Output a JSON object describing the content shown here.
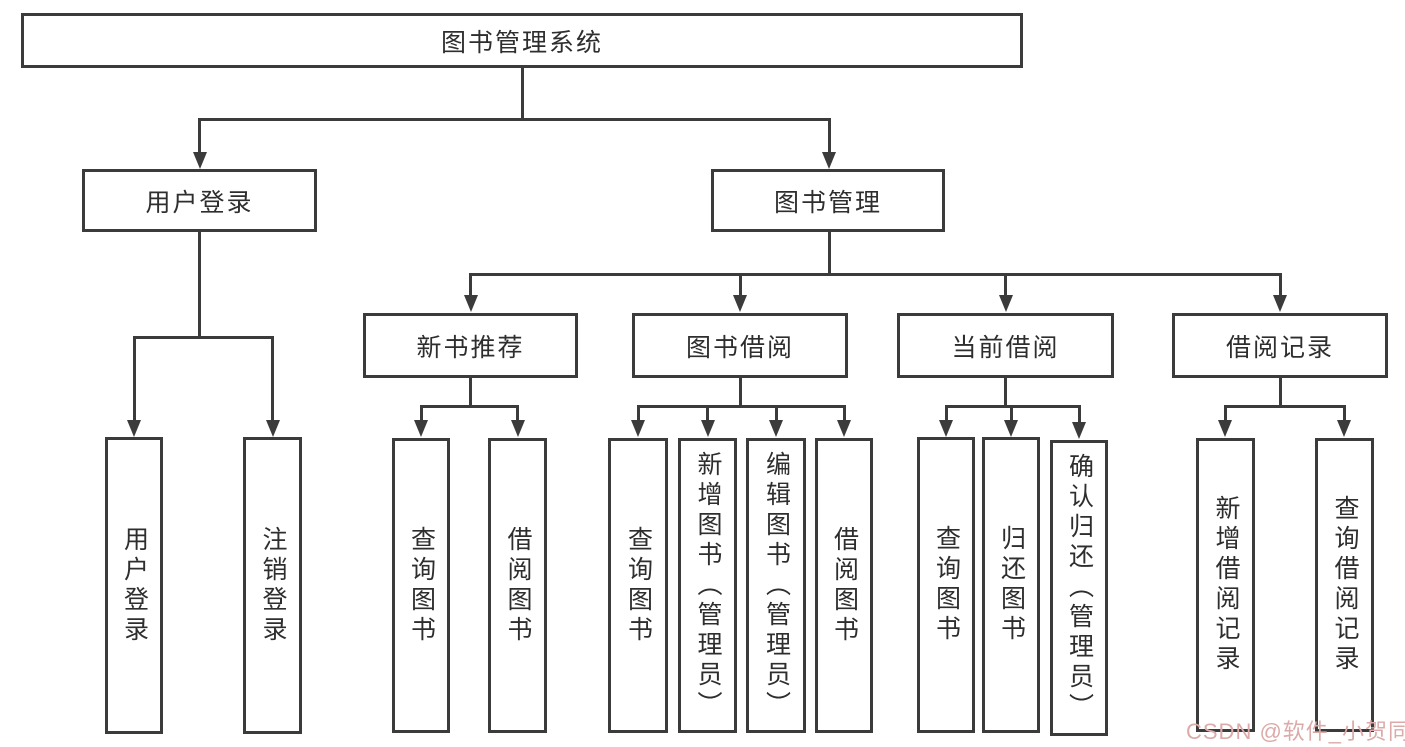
{
  "diagram": {
    "root": {
      "label": "图书管理系统"
    },
    "userLogin": {
      "label": "用户登录",
      "leaves": [
        "用户登录",
        "注销登录"
      ]
    },
    "bookMgmt": {
      "label": "图书管理",
      "groups": [
        {
          "label": "新书推荐",
          "leaves": [
            "查询图书",
            "借阅图书"
          ]
        },
        {
          "label": "图书借阅",
          "leaves": [
            "查询图书",
            "新增图书（管理员）",
            "编辑图书（管理员）",
            "借阅图书"
          ]
        },
        {
          "label": "当前借阅",
          "leaves": [
            "查询图书",
            "归还图书",
            "确认归还（管理员）"
          ]
        },
        {
          "label": "借阅记录",
          "leaves": [
            "新增借阅记录",
            "查询借阅记录"
          ]
        }
      ]
    }
  },
  "watermark": {
    "text": "CSDN @软件_小贺同学",
    "color": "#dcaaa9"
  },
  "colors": {
    "line": "#3b3b3b",
    "text": "#2e2e2e",
    "background": "#ffffff"
  }
}
